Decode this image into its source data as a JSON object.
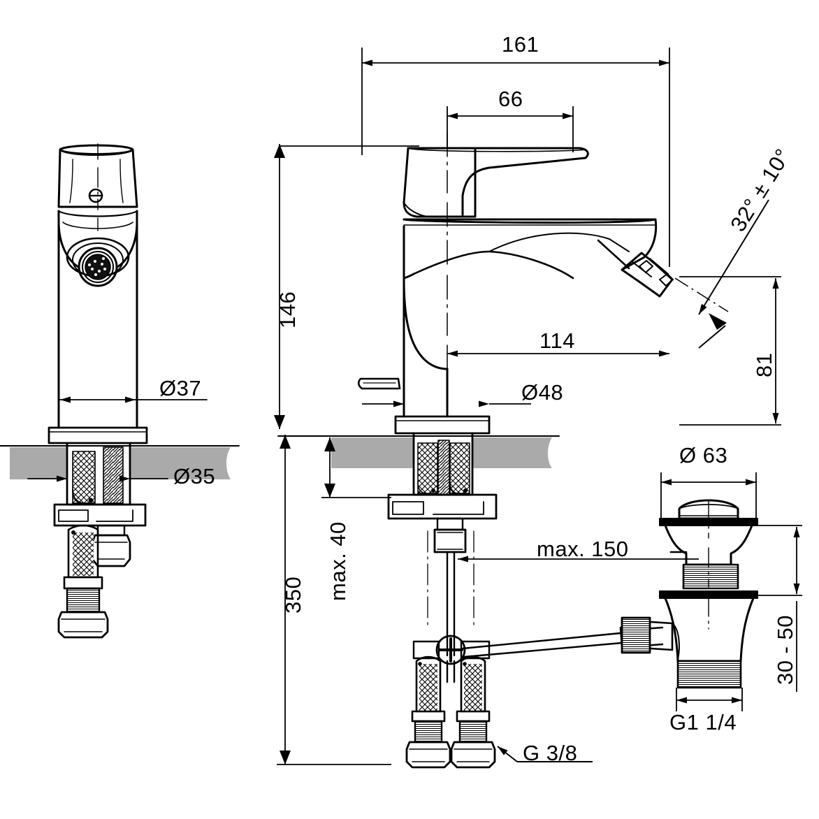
{
  "drawing": {
    "title": "Bidet mixer tap technical dimension drawing",
    "units": "mm",
    "line_color": "#000000",
    "surface_fill": "#aaaaaa"
  },
  "views": [
    {
      "name": "front-elevation-view",
      "label": ""
    },
    {
      "name": "side-elevation-view",
      "label": ""
    },
    {
      "name": "pop-up-waste-detail-view",
      "label": ""
    }
  ],
  "dimensions": {
    "overall_length": "161",
    "lever_length": "66",
    "spout_height": "146",
    "spout_reach": "114",
    "body_diameter": "Ø48",
    "front_body_diameter": "Ø37",
    "tap_hole_diameter": "Ø35",
    "outlet_height": "81",
    "outlet_angle": "32° ± 10°",
    "hose_length": "350",
    "worktop_thickness": "max. 40",
    "rod_reach": "max. 150",
    "waste_cap_diameter": "Ø 63",
    "waste_adjust_range": "30 - 50",
    "waste_thread": "G1 1/4",
    "supply_thread": "G 3/8"
  }
}
